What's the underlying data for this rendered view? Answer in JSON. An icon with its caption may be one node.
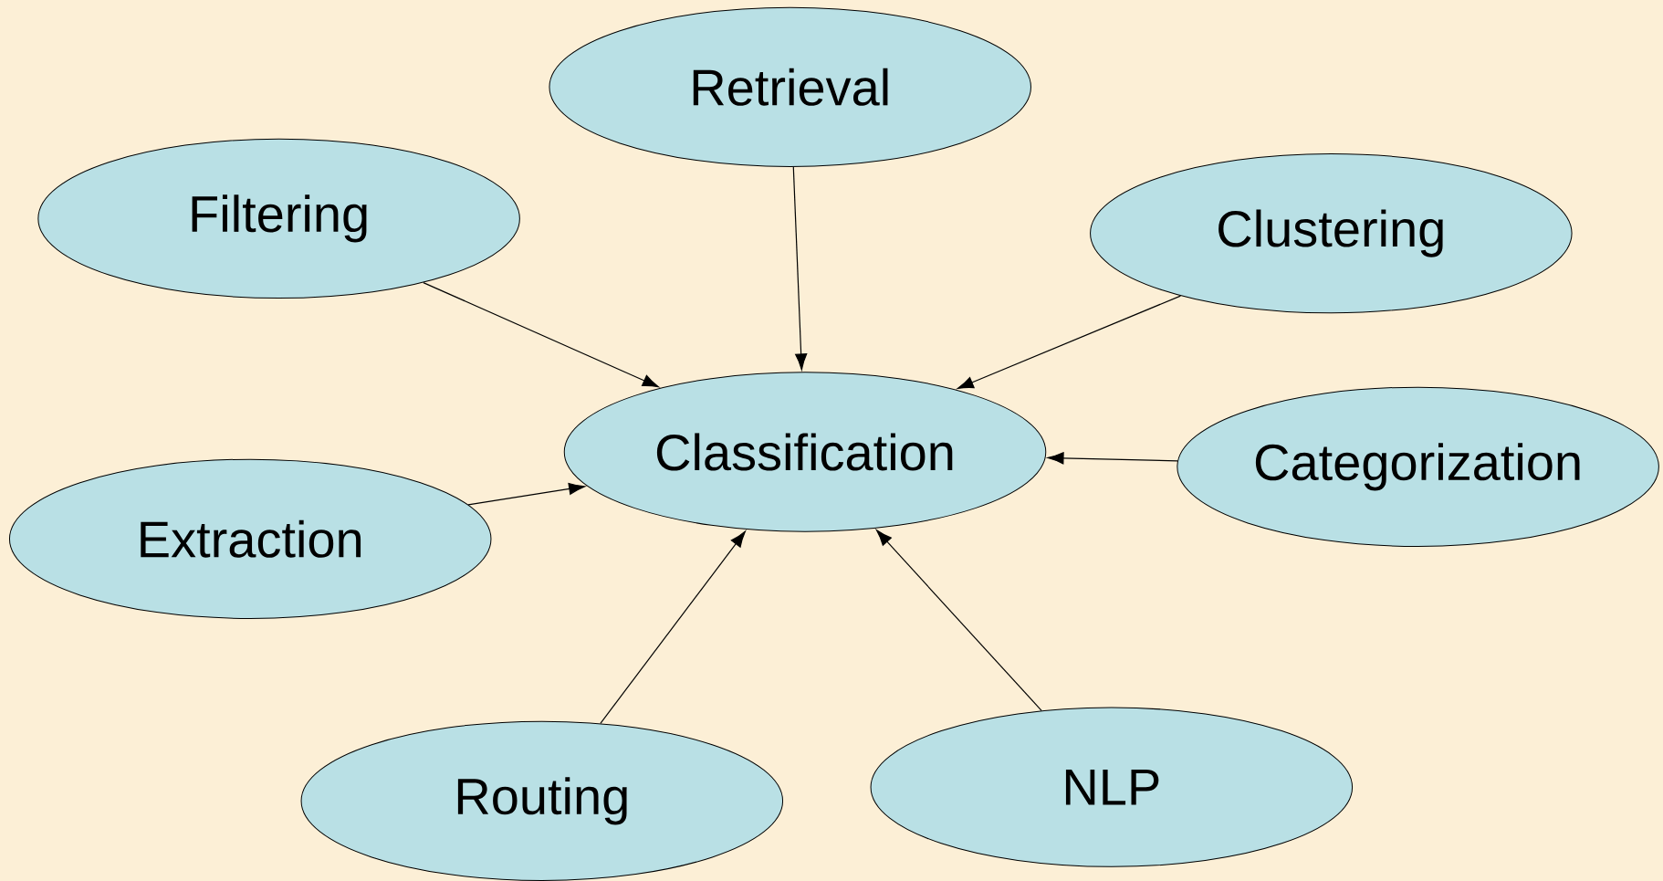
{
  "diagram": {
    "nodes": [
      {
        "text": [
          "Retrieval"
        ]
      },
      {
        "text": [
          "Filtering"
        ]
      },
      {
        "text": [
          "Clustering"
        ]
      },
      {
        "text": [
          "Classification"
        ]
      },
      {
        "text": [
          "Categorization"
        ]
      },
      {
        "text": [
          "Extraction"
        ]
      },
      {
        "text": [
          "Routing"
        ]
      },
      {
        "text": [
          "NLP"
        ]
      }
    ],
    "edges": [
      {
        "from": 0,
        "to": 3,
        "arrow": "to"
      },
      {
        "from": 1,
        "to": 3,
        "arrow": "to"
      },
      {
        "from": 2,
        "to": 3,
        "arrow": "to"
      },
      {
        "from": 4,
        "to": 3,
        "arrow": "to"
      },
      {
        "from": 5,
        "to": 3,
        "arrow": "to"
      },
      {
        "from": 6,
        "to": 3,
        "arrow": "to"
      },
      {
        "from": 7,
        "to": 3,
        "arrow": "to"
      }
    ]
  }
}
